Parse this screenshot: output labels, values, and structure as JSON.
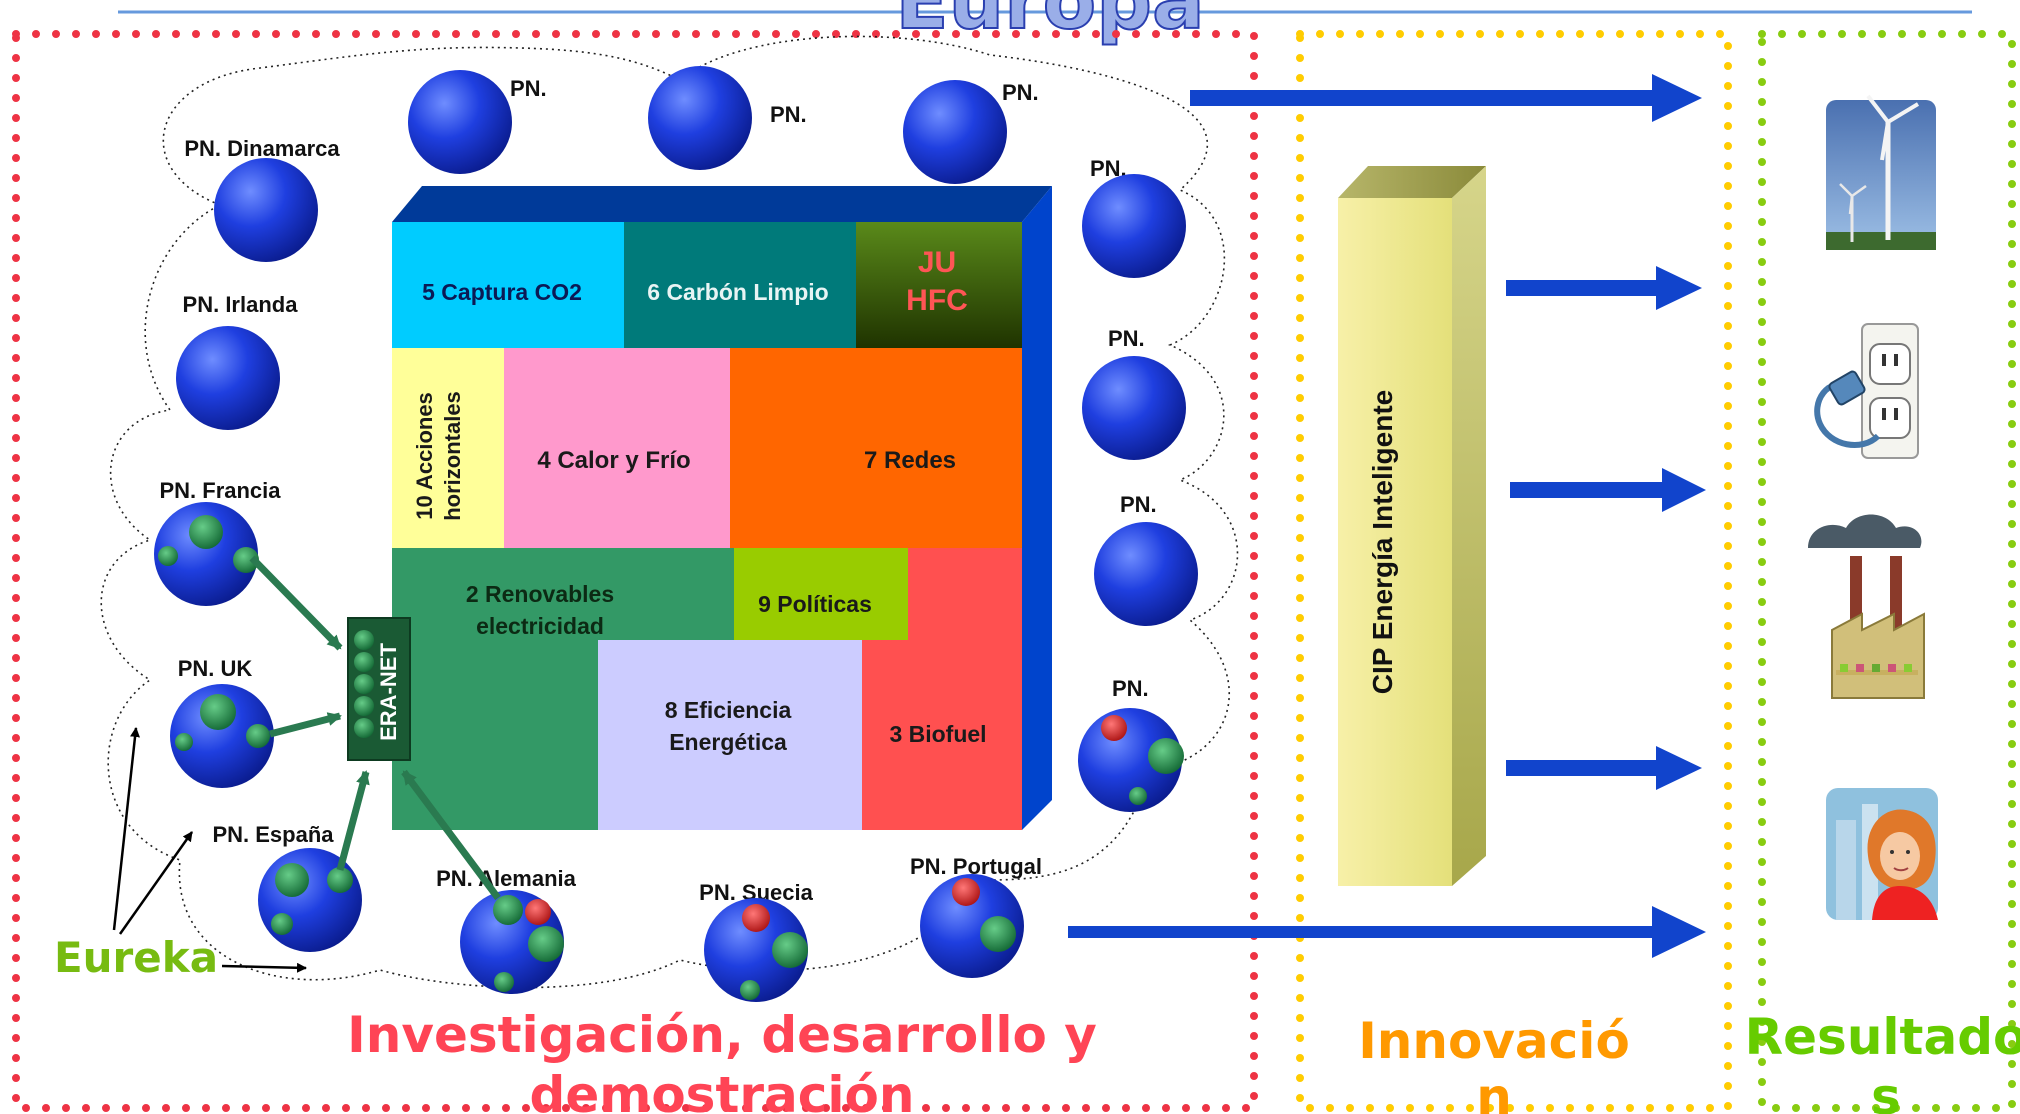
{
  "title": "Europa",
  "sections": {
    "research": "Investigación, desarrollo y demostración",
    "research_line1": "Investigación, desarrollo y",
    "research_line2": "demostración",
    "innovation_line1": "Innovació",
    "innovation_line2": "n",
    "results_line1": "Resultado",
    "results_line2": "s"
  },
  "colors": {
    "research_border": "#ee3344",
    "innovation_border": "#ffcc00",
    "results_border": "#88cc11",
    "research_text": "#ff4455",
    "innovation_text": "#ff9900",
    "results_text": "#66cc00",
    "eureka_text": "#77bb11",
    "arrow_blue": "#1144cc",
    "cube_side": "#0044cc",
    "cube_top": "#003a99"
  },
  "blocks": {
    "b5": "5 Captura CO2",
    "b6": "6 Carbón Limpio",
    "ju_line1": "JU",
    "ju_line2": "HFC",
    "b10_line1": "10 Acciones",
    "b10_line2": "horizontales",
    "b4": "4 Calor y Frío",
    "b7": "7 Redes",
    "b2_line1": "2 Renovables",
    "b2_line2": "electricidad",
    "b9": "9 Políticas",
    "b8_line1": "8 Eficiencia",
    "b8_line2": "Energética",
    "b3": "3 Biofuel"
  },
  "programmes": {
    "top1": "PN.",
    "top2": "PN.",
    "top3": "PN.",
    "dinamarca": "PN. Dinamarca",
    "irlanda": "PN. Irlanda",
    "francia": "PN. Francia",
    "uk": "PN. UK",
    "espana": "PN. España",
    "alemania": "PN. Alemania",
    "suecia": "PN. Suecia",
    "portugal": "PN. Portugal",
    "right1": "PN.",
    "right2": "PN.",
    "right3": "PN.",
    "right4": "PN."
  },
  "eranet": "ERA-NET",
  "eureka": "Eureka",
  "cip": "CIP Energía Inteligente",
  "result_icons": [
    "wind-turbine-icon",
    "electric-plug-icon",
    "factory-icon",
    "businesswoman-icon"
  ]
}
